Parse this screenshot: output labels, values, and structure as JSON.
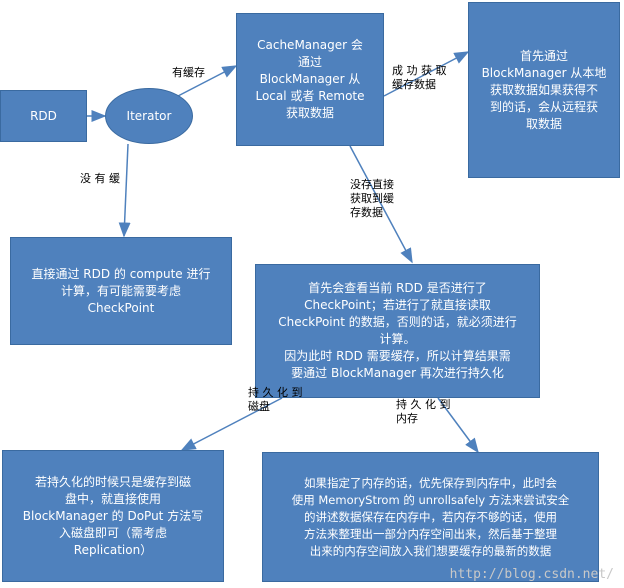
{
  "nodes": {
    "rdd": "RDD",
    "iterator": "Iterator",
    "cache_manager": [
      "CacheManager 会",
      "通过",
      "BlockManager 从",
      "Local 或者 Remote",
      "获取数据"
    ],
    "block_manager_local": [
      "首先通过",
      "BlockManager 从本地",
      "获取数据如果获得不",
      "到的话，会从远程获",
      "取数据"
    ],
    "compute": [
      "直接通过 RDD 的 compute 进行",
      "计算，有可能需要考虑",
      "CheckPoint"
    ],
    "checkpoint": [
      "首先会查看当前 RDD 是否进行了",
      "CheckPoint；若进行了就直接读取",
      "CheckPoint 的数据，否则的话，就必须进行",
      "计算。",
      "因为此时 RDD 需要缓存，所以计算结果需",
      "要通过 BlockManager 再次进行持久化"
    ],
    "disk": [
      "若持久化的时候只是缓存到磁",
      "盘中，就直接使用",
      "BlockManager 的 DoPut 方法写",
      "入磁盘即可（需考虑",
      "Replication）"
    ],
    "memory": [
      "如果指定了内存的话，优先保存到内存中，此时会",
      "使用 MemoryStrom 的 unrollsafely 方法来尝试安全",
      "的讲述数据保存在内存中，若内存不够的话，使用",
      "方法来整理出一部分内存空间出来，然后基于整理",
      "出来的内存空间放入我们想要缓存的最新的数据"
    ]
  },
  "edge_labels": {
    "cached": "有缓存",
    "not_cached": "没 有 缓",
    "fetch_success": [
      "成 功 获 取",
      "缓存数据"
    ],
    "fetch_fail": [
      "没存直接",
      "获取到缓",
      "存数据"
    ],
    "persist_disk": [
      "持 久 化 到",
      "磁盘"
    ],
    "persist_memory": [
      "持 久 化 到",
      "内存"
    ]
  },
  "watermark": "http://blog.csdn.net/",
  "colors": {
    "box_fill": "#4f81bd",
    "box_border": "#3a6aa0",
    "arrow": "#4f81bd"
  }
}
